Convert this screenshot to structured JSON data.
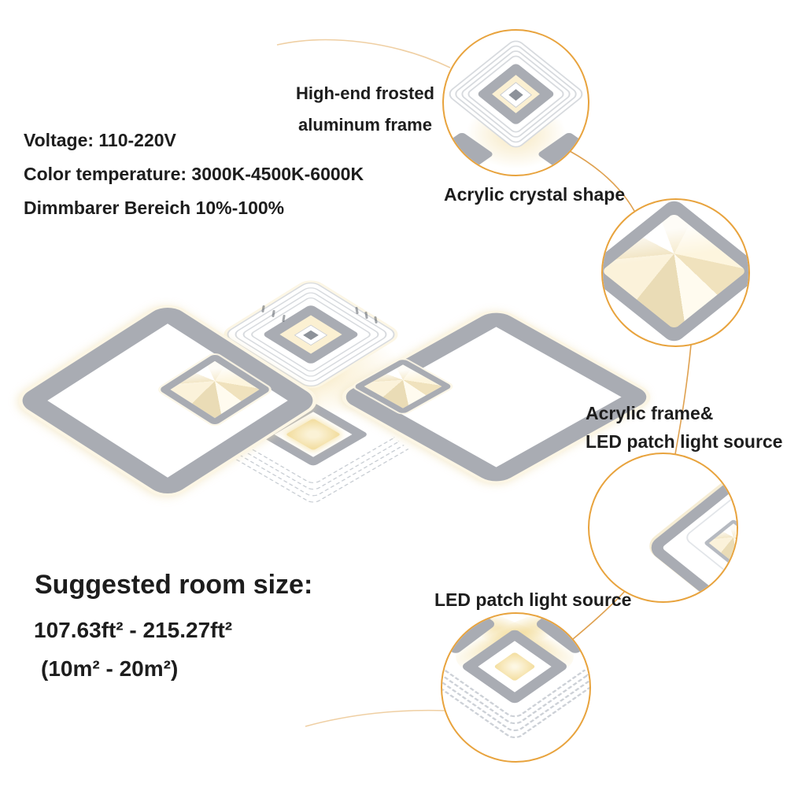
{
  "specs": {
    "voltage": "Voltage: 110-220V",
    "color_temperature": "Color temperature: 3000K-4500K-6000K",
    "dimming_range": "Dimmbarer Bereich 10%-100%"
  },
  "callouts": {
    "frosted_aluminum": {
      "line1": "High-end frosted",
      "line2": "aluminum frame"
    },
    "crystal_shape": {
      "label": "Acrylic crystal shape"
    },
    "acrylic_frame_led": {
      "line1": "Acrylic frame&",
      "line2": "LED patch light source"
    },
    "led_patch": {
      "label": "LED patch light source"
    }
  },
  "room_size": {
    "heading": "Suggested room size:",
    "range_ft": "107.63ft² - 215.27ft²",
    "range_m": "(10m² - 20m²)"
  },
  "colors": {
    "accent_orange": "#E8A33D",
    "leader_line_faint": "#ECC793",
    "frame_gray": "#A9ACB3",
    "warm_glow": "#F8ECC9",
    "text": "#1D1D1D",
    "background": "#FFFFFF"
  }
}
